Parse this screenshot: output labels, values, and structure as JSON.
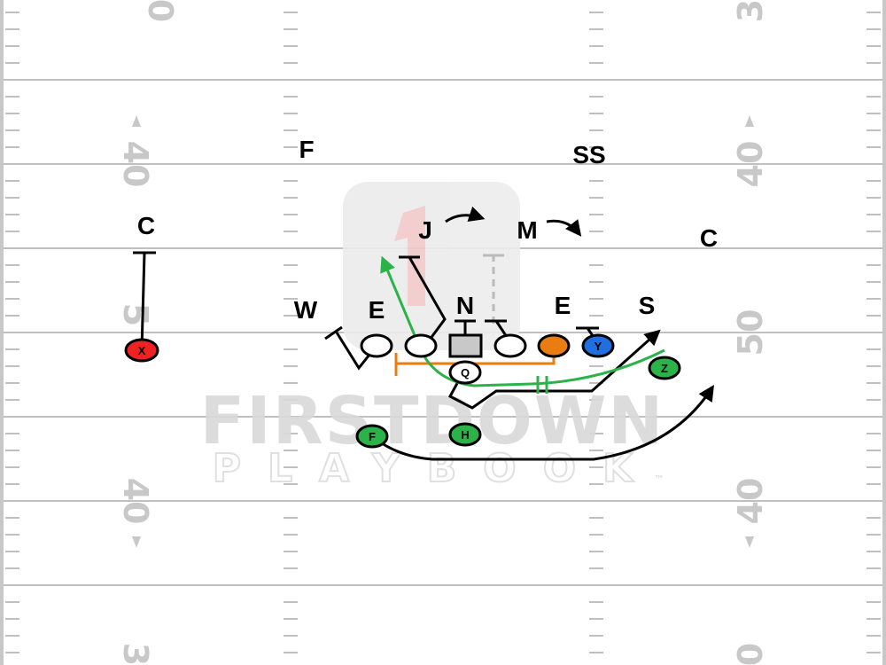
{
  "field": {
    "yard_numbers_left": [
      "0",
      "40",
      "5",
      "40",
      "3"
    ],
    "yard_numbers_right": [
      "3",
      "40",
      "50",
      "40",
      "0"
    ]
  },
  "watermark": {
    "line1": "FIRSTDOWN",
    "line2": "PLAYBOOK",
    "trademark": "™"
  },
  "defense": {
    "F": "F",
    "SS": "SS",
    "C_left": "C",
    "C_right": "C",
    "J": "J",
    "M": "M",
    "W": "W",
    "E_left": "E",
    "N": "N",
    "E_right": "E",
    "S": "S"
  },
  "offense": {
    "X": "X",
    "Y": "Y",
    "Z": "Z",
    "Q": "Q",
    "F": "F",
    "H": "H"
  },
  "colors": {
    "x_receiver": "#ee2222",
    "y_receiver": "#1f6fe0",
    "z_receiver": "#2bb34a",
    "f_back": "#2bb34a",
    "h_back": "#2bb34a",
    "right_tackle": "#ea7d12",
    "motion_route": "#2bb34a",
    "block_route": "#ea7d12",
    "field_line": "#c0c0c0"
  }
}
